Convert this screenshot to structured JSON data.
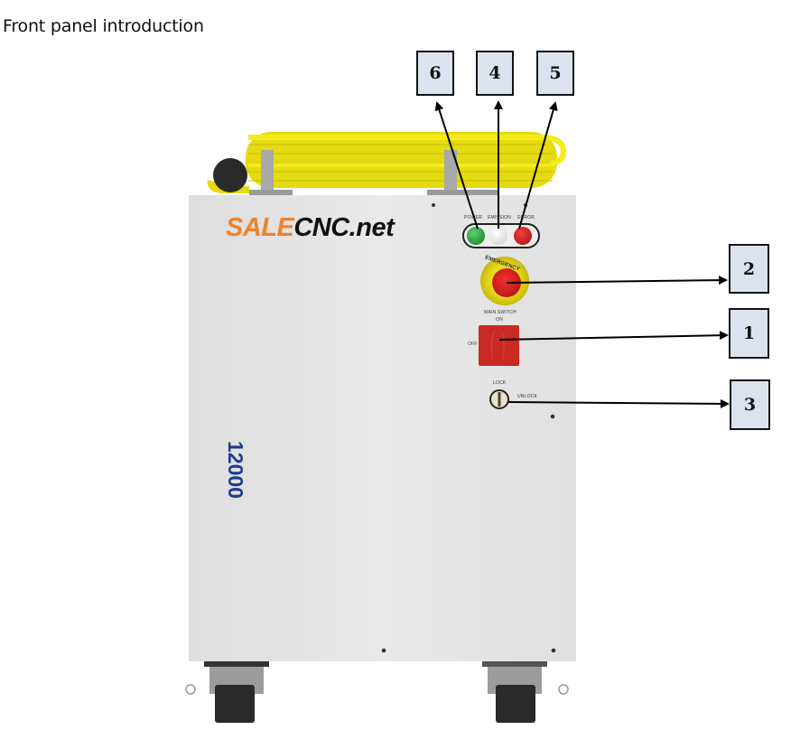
{
  "heading": "Front panel introduction",
  "device": {
    "brand_prefix": "SALE",
    "brand_suffix": "CNC.net",
    "model": "12000",
    "indicators": [
      {
        "label": "POWER",
        "color": "#2ea043"
      },
      {
        "label": "EMISSION",
        "color": "#f4f4f4"
      },
      {
        "label": "ERROR",
        "color": "#d92020"
      }
    ],
    "emergency_label": "EMERGENCY",
    "main_switch_label": "MAIN SWITCH",
    "switch_on_label": "ON",
    "switch_off_label": "OFF",
    "lock_label": "LOCK",
    "unlock_label": "UNLOCK"
  },
  "callouts": [
    {
      "number": "6",
      "target": "POWER indicator"
    },
    {
      "number": "4",
      "target": "EMISSION indicator"
    },
    {
      "number": "5",
      "target": "ERROR indicator"
    },
    {
      "number": "2",
      "target": "EMERGENCY stop button"
    },
    {
      "number": "1",
      "target": "MAIN SWITCH"
    },
    {
      "number": "3",
      "target": "LOCK/UNLOCK key switch"
    }
  ],
  "colors": {
    "cable": "#f2e80f",
    "cabinet": "#e4e4e4",
    "callout_fill": "#dce3ee",
    "brand_orange": "#f0822a",
    "model_blue": "#1f3c8a"
  }
}
